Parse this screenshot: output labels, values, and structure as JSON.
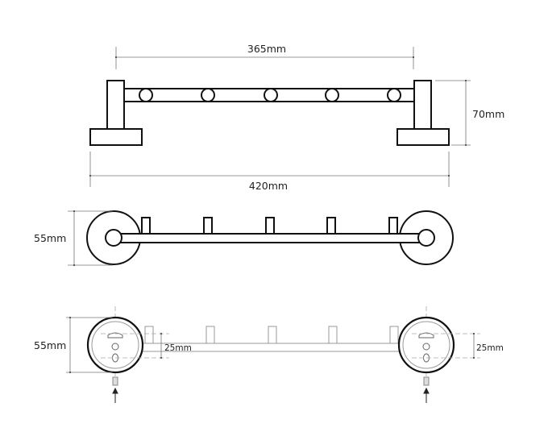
{
  "drawing": {
    "top_view": {
      "inner_width_label": "365mm",
      "total_width_label": "420mm",
      "height_label": "70mm",
      "hook_count": 5
    },
    "front_view": {
      "diameter_label": "55mm",
      "hook_count": 5
    },
    "mount_view": {
      "diameter_label": "55mm",
      "left_offset_label": "25mm",
      "right_offset_label": "25mm"
    }
  }
}
